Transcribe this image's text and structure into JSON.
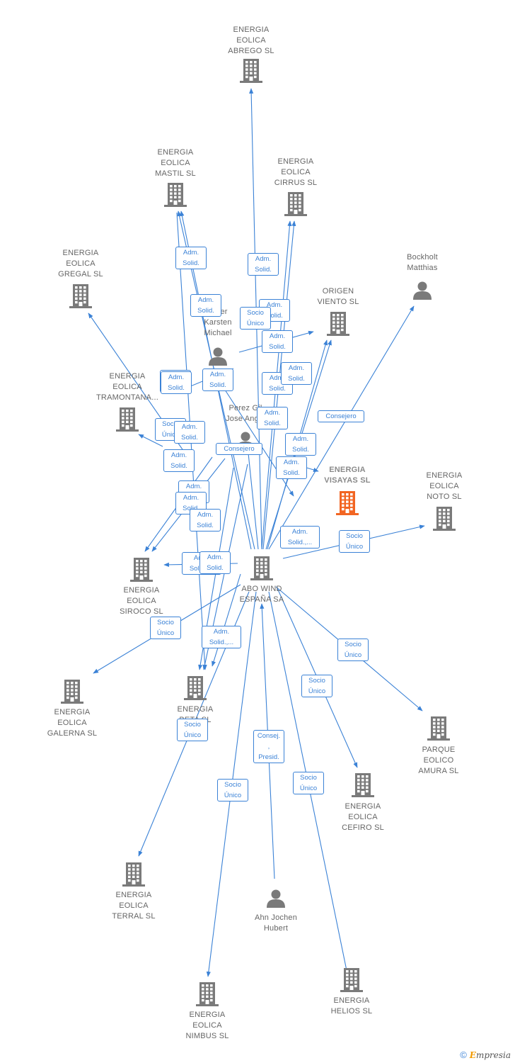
{
  "colors": {
    "edge": "#3b82d6",
    "building": "#7a7a7a",
    "focus_building": "#f26522",
    "person": "#7a7a7a"
  },
  "nodes": [
    {
      "id": "abrego",
      "label": "ENERGIA\nEOLICA\nABREGO  SL",
      "kind": "company"
    },
    {
      "id": "mastil",
      "label": "ENERGIA\nEOLICA\nMASTIL SL",
      "kind": "company"
    },
    {
      "id": "cirrus",
      "label": "ENERGIA\nEOLICA\nCIRRUS SL",
      "kind": "company"
    },
    {
      "id": "gregal",
      "label": "ENERGIA\nEOLICA\nGREGAL  SL",
      "kind": "company"
    },
    {
      "id": "bockholt",
      "label": "Bockholt\nMatthias",
      "kind": "person"
    },
    {
      "id": "origen",
      "label": "ORIGEN\nVIENTO  SL",
      "kind": "company"
    },
    {
      "id": "peter",
      "label": "Peter\nKarsten\nMichael",
      "kind": "person"
    },
    {
      "id": "tramontana",
      "label": "ENERGIA\nEOLICA\nTRAMONTANA...",
      "kind": "company"
    },
    {
      "id": "perez",
      "label": "Perez Gil\nJose Angel",
      "kind": "person"
    },
    {
      "id": "visayas",
      "label": "ENERGIA\nVISAYAS  SL",
      "kind": "focus"
    },
    {
      "id": "noto",
      "label": "ENERGIA\nEOLICA\nNOTO  SL",
      "kind": "company"
    },
    {
      "id": "siroco",
      "label": "ENERGIA\nEOLICA\nSIROCO  SL",
      "kind": "company"
    },
    {
      "id": "abo",
      "label": "ABO WIND\nESPAÑA SA",
      "kind": "company"
    },
    {
      "id": "galerna",
      "label": "ENERGIA\nEOLICA\nGALERNA  SL",
      "kind": "company"
    },
    {
      "id": "beta",
      "label": "ENERGIA\nBETA  SL",
      "kind": "company"
    },
    {
      "id": "amura",
      "label": "PARQUE\nEOLICO\nAMURA SL",
      "kind": "company"
    },
    {
      "id": "cefiro",
      "label": "ENERGIA\nEOLICA\nCEFIRO  SL",
      "kind": "company"
    },
    {
      "id": "terral",
      "label": "ENERGIA\nEOLICA\nTERRAL  SL",
      "kind": "company"
    },
    {
      "id": "ahn",
      "label": "Ahn Jochen\nHubert",
      "kind": "person"
    },
    {
      "id": "helios",
      "label": "ENERGIA\nHELIOS  SL",
      "kind": "company"
    },
    {
      "id": "nimbus",
      "label": "ENERGIA\nEOLICA\nNIMBUS SL",
      "kind": "company"
    }
  ],
  "edge_labels": [
    "Adm.\nSolid.",
    "Adm.\nSolid.",
    "Adm.\nSolid.",
    "Adm.\nSolid.",
    "Socio\nÚnico",
    "Adm.\nSolid.",
    "Adm.\nSolid.",
    "Adm.\nSolid.",
    "Adm.\nSolid.",
    "Adm.\nSolid.",
    "Consejero",
    "Socio\nÚnico",
    "Adm.\nSolid.",
    "Adm.\nSolid.",
    "Adm.\nSolid.",
    "Consejero",
    "Adm.\nSolid.",
    "Adm.\nSolid.",
    "Adm.\nSolid.",
    "Adm.\nSolid.",
    "Adm.\nSolid.",
    "Adm.\nSolid.,...",
    "Socio\nÚnico",
    "Adm.\nSolid.,...",
    "Adm.\nSolid.",
    "Socio\nÚnico",
    "Adm.\nSolid.,...",
    "Socio\nÚnico",
    "Socio\nÚnico",
    "Socio\nÚnico",
    "Consej. ,\nPresid.",
    "Socio\nÚnico",
    "Socio\nÚnico",
    "Adm.\nSolid."
  ],
  "footer": {
    "copyright": "©",
    "brand_initial": "E",
    "brand_rest": "mpresia"
  }
}
